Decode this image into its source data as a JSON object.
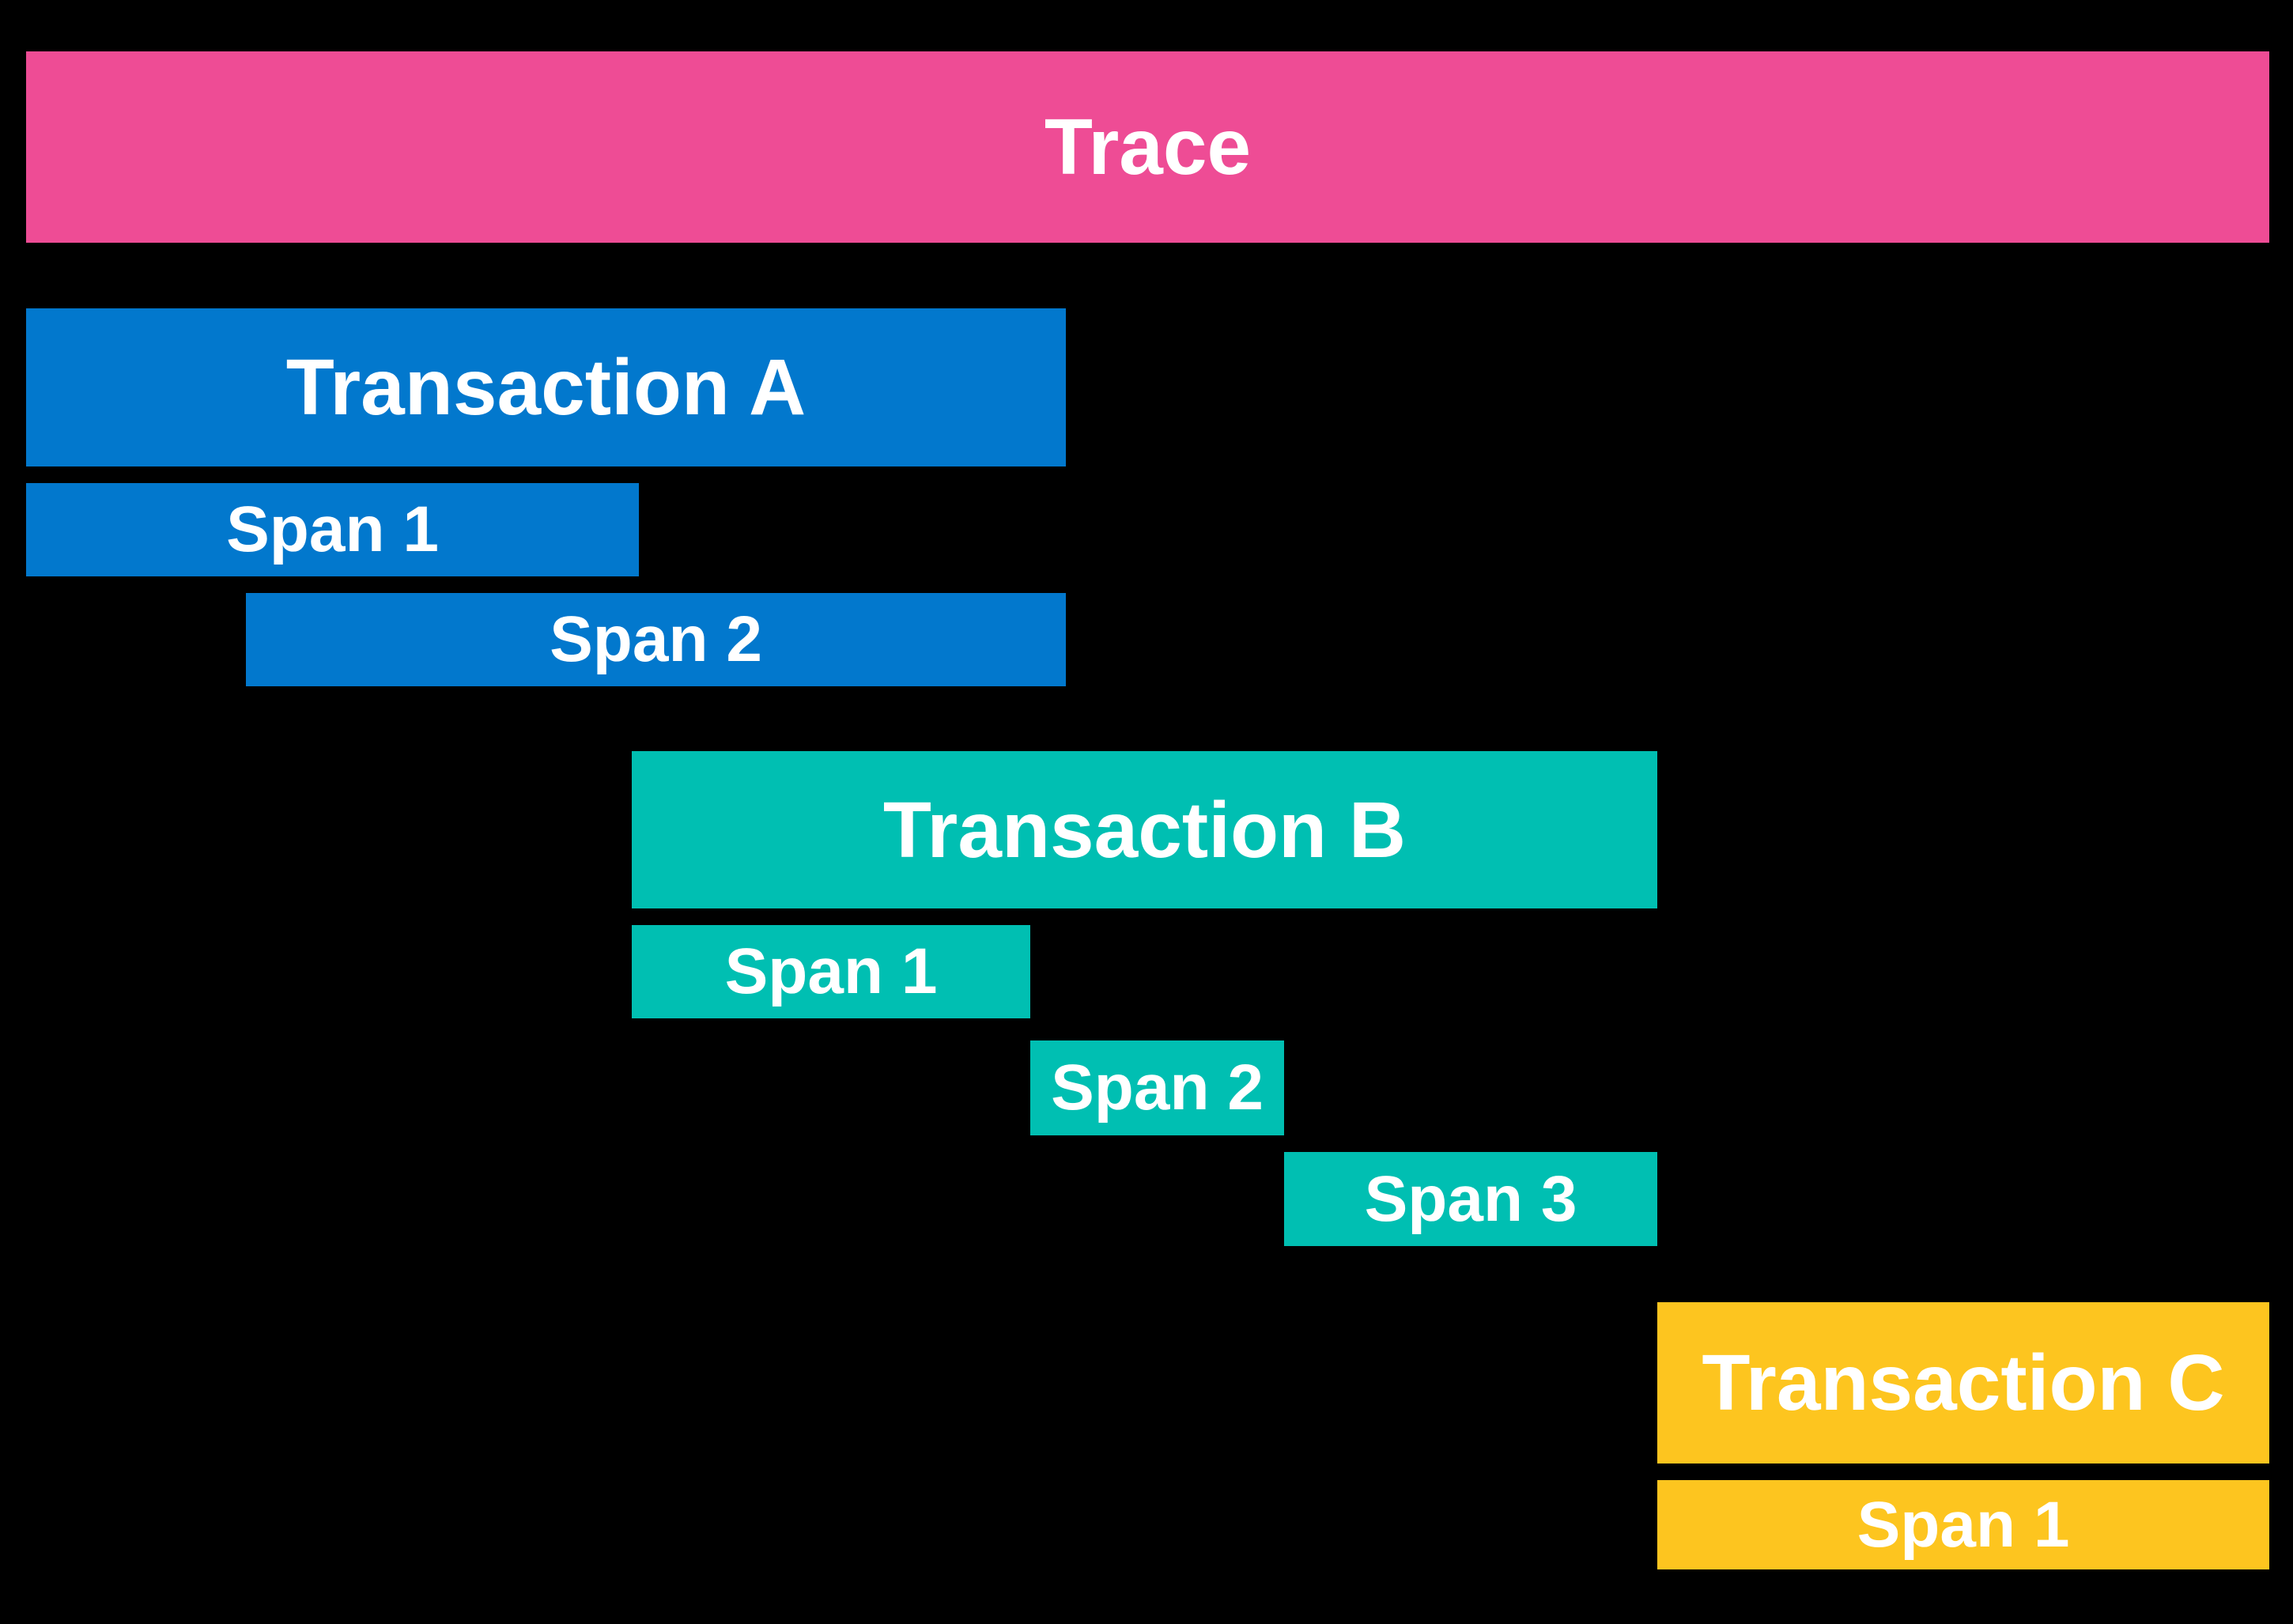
{
  "diagram": {
    "background_color": "#000000",
    "text_color": "#FFFFFF"
  },
  "trace": {
    "label": "Trace",
    "color": "#EE4C95"
  },
  "transactions": [
    {
      "name": "Transaction A",
      "color": "#0278CD",
      "spans": [
        {
          "label": "Span 1"
        },
        {
          "label": "Span 2"
        }
      ]
    },
    {
      "name": "Transaction B",
      "color": "#00BFB2",
      "spans": [
        {
          "label": "Span 1"
        },
        {
          "label": "Span 2"
        },
        {
          "label": "Span 3"
        }
      ]
    },
    {
      "name": "Transaction C",
      "color": "#FDC51F",
      "spans": [
        {
          "label": "Span 1"
        }
      ]
    }
  ]
}
